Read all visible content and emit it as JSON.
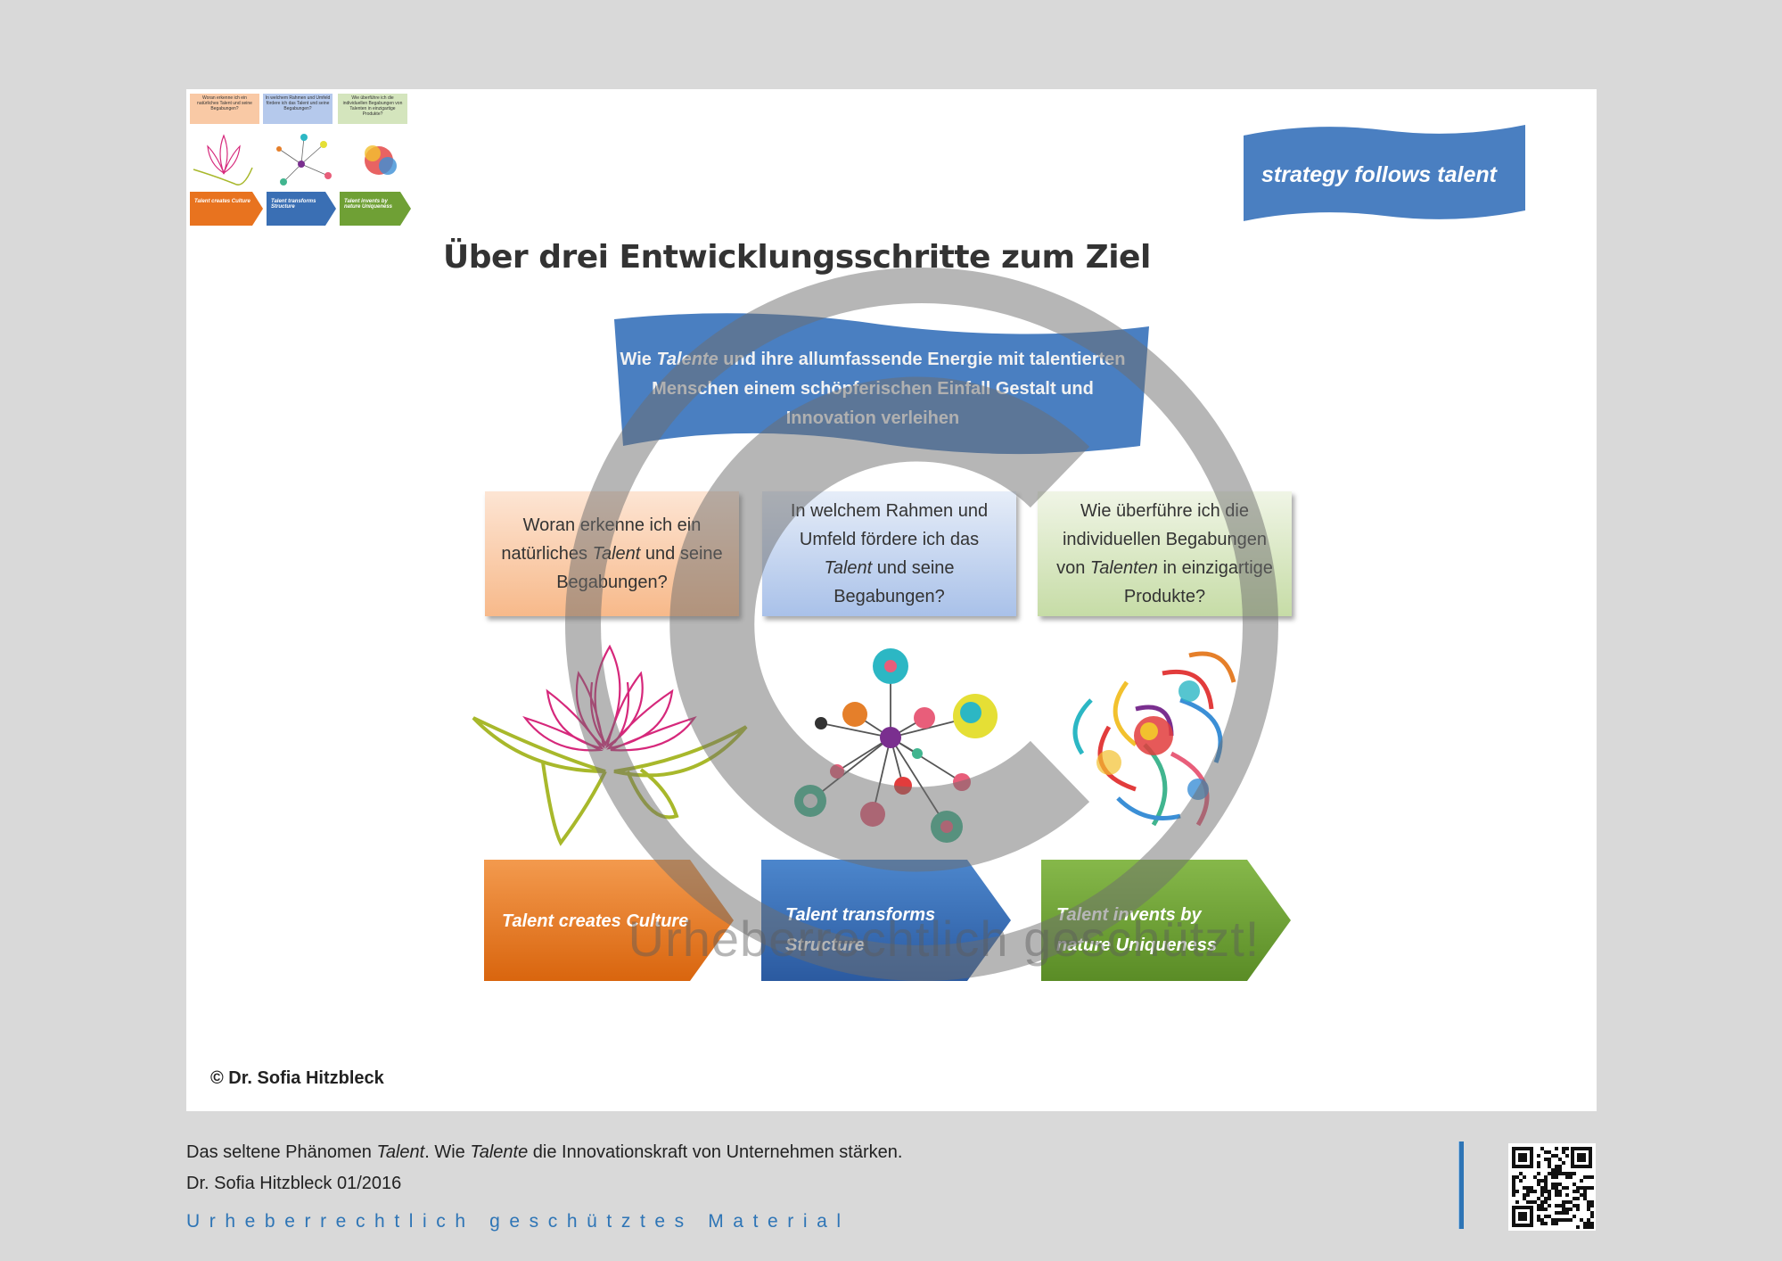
{
  "thumbnails": {
    "questions": [
      "Woran erkenne ich ein natürliches Talent und seine Begabungen?",
      "In welchem Rahmen und Umfeld fördere ich das Talent und seine Begabungen?",
      "Wie überführe ich die individuellen Begabungen von Talenten in einzigartige Produkte?"
    ],
    "arrows": [
      "Talent creates Culture",
      "Talent transforms Structure",
      "Talent invents by nature Uniqueness"
    ]
  },
  "slogan": "strategy follows talent",
  "heading": "Über drei Entwicklungsschritte zum Ziel",
  "banner": {
    "pre": "Wie ",
    "em": "Talente",
    "post": " und ihre allumfassende Energie mit talentierten Menschen einem schöpferischen Einfall Gestalt und Innovation verleihen"
  },
  "questions": [
    {
      "pre": "Woran erkenne ich ein natürliches ",
      "em": "Talent",
      "post": " und seine Begabungen?"
    },
    {
      "pre": "In welchem Rahmen und Umfeld fördere ich das ",
      "em": "Talent",
      "post": " und seine Begabungen?"
    },
    {
      "pre": "Wie überführe ich die individuellen Begabungen von ",
      "em": "Talenten",
      "post": " in einzigartige Produkte?"
    }
  ],
  "arrows": [
    {
      "line1": "Talent creates Culture",
      "line2": ""
    },
    {
      "line1": "Talent transforms",
      "line2": "Structure"
    },
    {
      "line1": "Talent invents by",
      "line2": "nature Uniqueness"
    }
  ],
  "watermark": "Urheberrechtlich geschützt!",
  "author": "© Dr. Sofia Hitzbleck",
  "footer": {
    "line1_a": "Das seltene Phänomen ",
    "line1_em1": "Talent",
    "line1_b": ". Wie ",
    "line1_em2": "Talente",
    "line1_c": " die Innovationskraft von Unternehmen stärken.",
    "line2": "Dr. Sofia Hitzbleck 01/2016",
    "material": "Urheberrechtlich geschütztes Material"
  },
  "colors": {
    "orange": "#e8731f",
    "blue": "#3a6fb4",
    "green": "#6fa035",
    "banner": "#4a7fc1",
    "footer_accent": "#2e75b6"
  }
}
